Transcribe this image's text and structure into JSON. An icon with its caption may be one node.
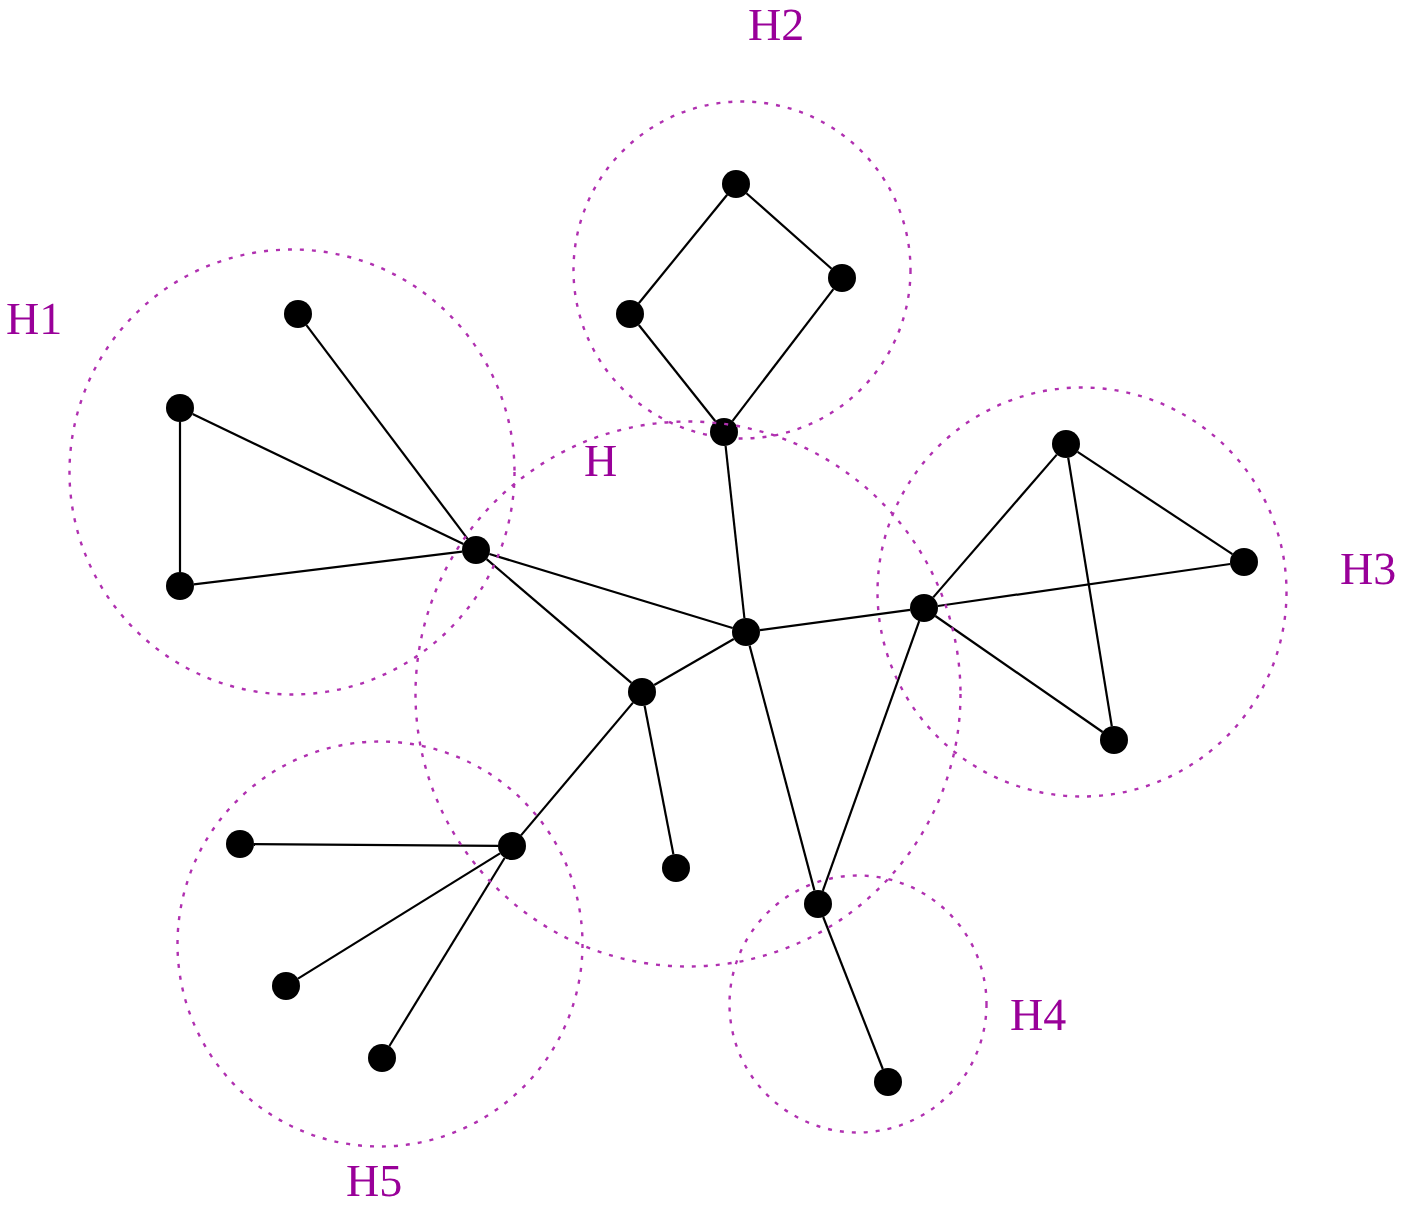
{
  "diagram": {
    "nodes": [
      {
        "text": [
          "H2"
        ]
      },
      {
        "text": [],
        "shape": "dot",
        "in": 0
      },
      {
        "text": [],
        "shape": "dot",
        "in": 0
      },
      {
        "text": [],
        "shape": "dot",
        "in": 0
      },
      {
        "text": [],
        "shape": "dot"
      },
      {
        "text": [
          "H1"
        ]
      },
      {
        "text": [],
        "shape": "dot",
        "in": 5
      },
      {
        "text": [],
        "shape": "dot",
        "in": 5
      },
      {
        "text": [],
        "shape": "dot",
        "in": 5
      },
      {
        "text": [],
        "shape": "dot"
      },
      {
        "text": [
          "H"
        ]
      },
      {
        "text": [],
        "shape": "dot",
        "in": 10
      },
      {
        "text": [],
        "shape": "dot",
        "in": 10
      },
      {
        "text": [],
        "shape": "dot",
        "in": 10
      },
      {
        "text": [
          "H3"
        ]
      },
      {
        "text": [],
        "shape": "dot",
        "in": 14
      },
      {
        "text": [],
        "shape": "dot",
        "in": 14
      },
      {
        "text": [],
        "shape": "dot"
      },
      {
        "text": [],
        "shape": "dot",
        "in": 14
      },
      {
        "text": [
          "H5"
        ]
      },
      {
        "text": [],
        "shape": "dot"
      },
      {
        "text": [],
        "shape": "dot",
        "in": 19
      },
      {
        "text": [],
        "shape": "dot",
        "in": 19
      },
      {
        "text": [],
        "shape": "dot",
        "in": 19
      },
      {
        "text": [
          "H4"
        ]
      },
      {
        "text": [],
        "shape": "dot"
      },
      {
        "text": [],
        "shape": "dot",
        "in": 24
      }
    ],
    "edges": [
      {
        "from": 1,
        "to": 2,
        "arrow": "none"
      },
      {
        "from": 1,
        "to": 3,
        "arrow": "none"
      },
      {
        "from": 2,
        "to": 4,
        "arrow": "none"
      },
      {
        "from": 3,
        "to": 4,
        "arrow": "none"
      },
      {
        "from": 6,
        "to": 9,
        "arrow": "none"
      },
      {
        "from": 7,
        "to": 9,
        "arrow": "none"
      },
      {
        "from": 7,
        "to": 8,
        "arrow": "none"
      },
      {
        "from": 8,
        "to": 9,
        "arrow": "none"
      },
      {
        "from": 4,
        "to": 11,
        "arrow": "none"
      },
      {
        "from": 9,
        "to": 11,
        "arrow": "none"
      },
      {
        "from": 9,
        "to": 12,
        "arrow": "none"
      },
      {
        "from": 12,
        "to": 11,
        "arrow": "none"
      },
      {
        "from": 12,
        "to": 13,
        "arrow": "none"
      },
      {
        "from": 12,
        "to": 20,
        "arrow": "none"
      },
      {
        "from": 11,
        "to": 17,
        "arrow": "none"
      },
      {
        "from": 11,
        "to": 25,
        "arrow": "none"
      },
      {
        "from": 17,
        "to": 15,
        "arrow": "none"
      },
      {
        "from": 17,
        "to": 16,
        "arrow": "none"
      },
      {
        "from": 15,
        "to": 16,
        "arrow": "none"
      },
      {
        "from": 15,
        "to": 18,
        "arrow": "none"
      },
      {
        "from": 17,
        "to": 18,
        "arrow": "none"
      },
      {
        "from": 17,
        "to": 25,
        "arrow": "none"
      },
      {
        "from": 25,
        "to": 26,
        "arrow": "none"
      },
      {
        "from": 20,
        "to": 21,
        "arrow": "none"
      },
      {
        "from": 20,
        "to": 22,
        "arrow": "none"
      },
      {
        "from": 20,
        "to": 23,
        "arrow": "none"
      }
    ]
  }
}
